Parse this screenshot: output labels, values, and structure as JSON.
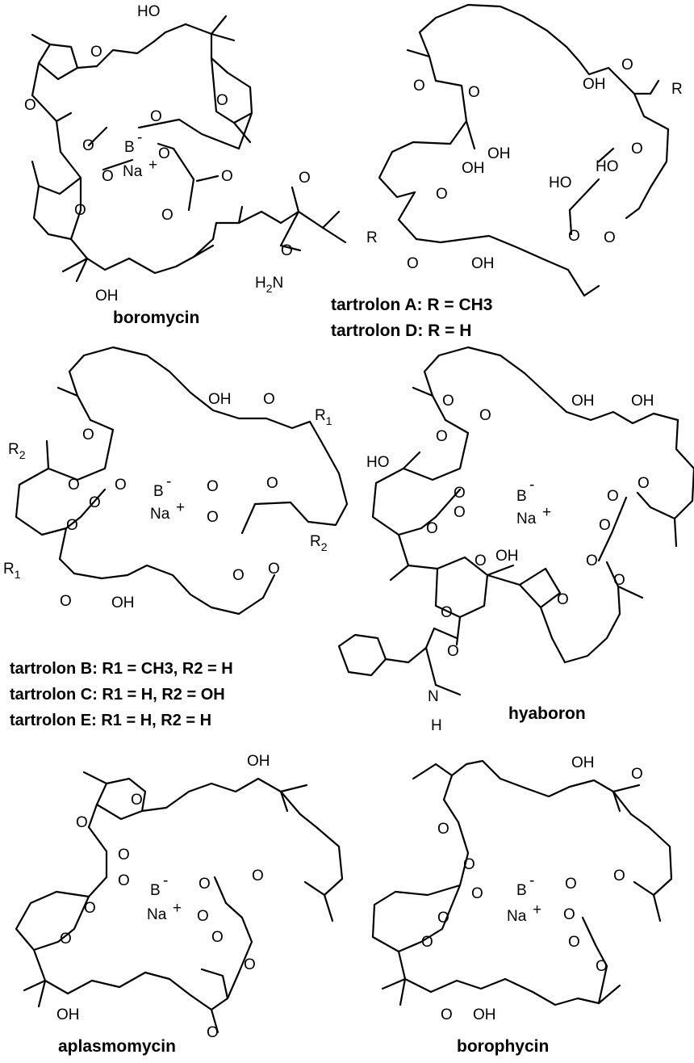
{
  "compounds": {
    "boromycin": "boromycin",
    "tartrolon_ad_line1": "tartrolon A: R = CH3",
    "tartrolon_ad_line2": "tartrolon D: R = H",
    "tartrolon_bce_line1": "tartrolon B: R1 = CH3, R2 = H",
    "tartrolon_bce_line2": "tartrolon C: R1 = H, R2 = OH",
    "tartrolon_bce_line3": "tartrolon E: R1 = H, R2 = H",
    "hyaboron": "hyaboron",
    "aplasmomycin": "aplasmomycin",
    "borophycin": "borophycin"
  },
  "atoms": {
    "O": "O",
    "OH": "OH",
    "HO": "HO",
    "B": "B",
    "minus": "-",
    "Na": "Na",
    "plus": "+",
    "R": "R",
    "R1": "R",
    "R2": "R",
    "sub1": "1",
    "sub2": "2",
    "H2N": "H",
    "N": "N",
    "H": "H"
  }
}
